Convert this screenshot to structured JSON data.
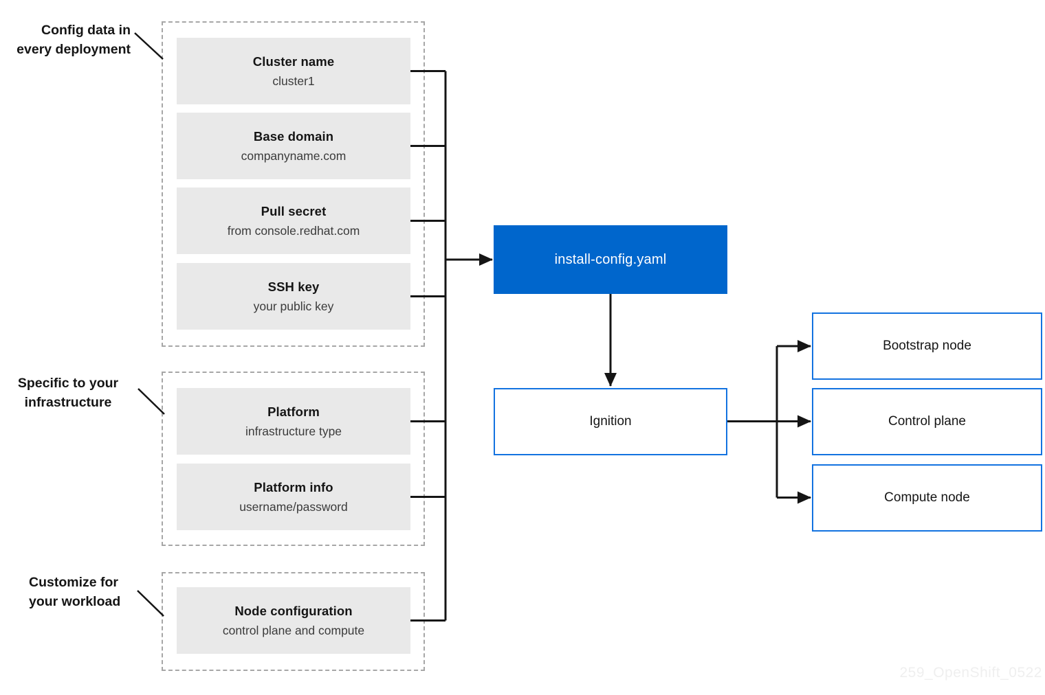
{
  "groups": [
    {
      "label": [
        "Config data in",
        "every deployment"
      ],
      "items": [
        {
          "title": "Cluster name",
          "subtitle": "cluster1"
        },
        {
          "title": "Base domain",
          "subtitle": "companyname.com"
        },
        {
          "title": "Pull secret",
          "subtitle": "from console.redhat.com"
        },
        {
          "title": "SSH key",
          "subtitle": "your public key"
        }
      ]
    },
    {
      "label": [
        "Specific to your",
        "infrastructure"
      ],
      "items": [
        {
          "title": "Platform",
          "subtitle": "infrastructure type"
        },
        {
          "title": "Platform info",
          "subtitle": "username/password"
        }
      ]
    },
    {
      "label": [
        "Customize for",
        "your workload"
      ],
      "items": [
        {
          "title": "Node configuration",
          "subtitle": "control plane and compute"
        }
      ]
    }
  ],
  "center": {
    "install_config_label": "install-config.yaml",
    "ignition_label": "Ignition"
  },
  "outputs": [
    {
      "label": "Bootstrap node"
    },
    {
      "label": "Control plane"
    },
    {
      "label": "Compute node"
    }
  ],
  "watermark": "259_OpenShift_0522",
  "colors": {
    "accent_blue": "#0066cc",
    "outline_blue": "#1272e0",
    "box_gray": "#e9e9e9",
    "line_black": "#151515",
    "dash_gray": "#a6a6a6",
    "watermark_gray": "#efefef",
    "subtitle_gray": "#3b3b3b"
  }
}
